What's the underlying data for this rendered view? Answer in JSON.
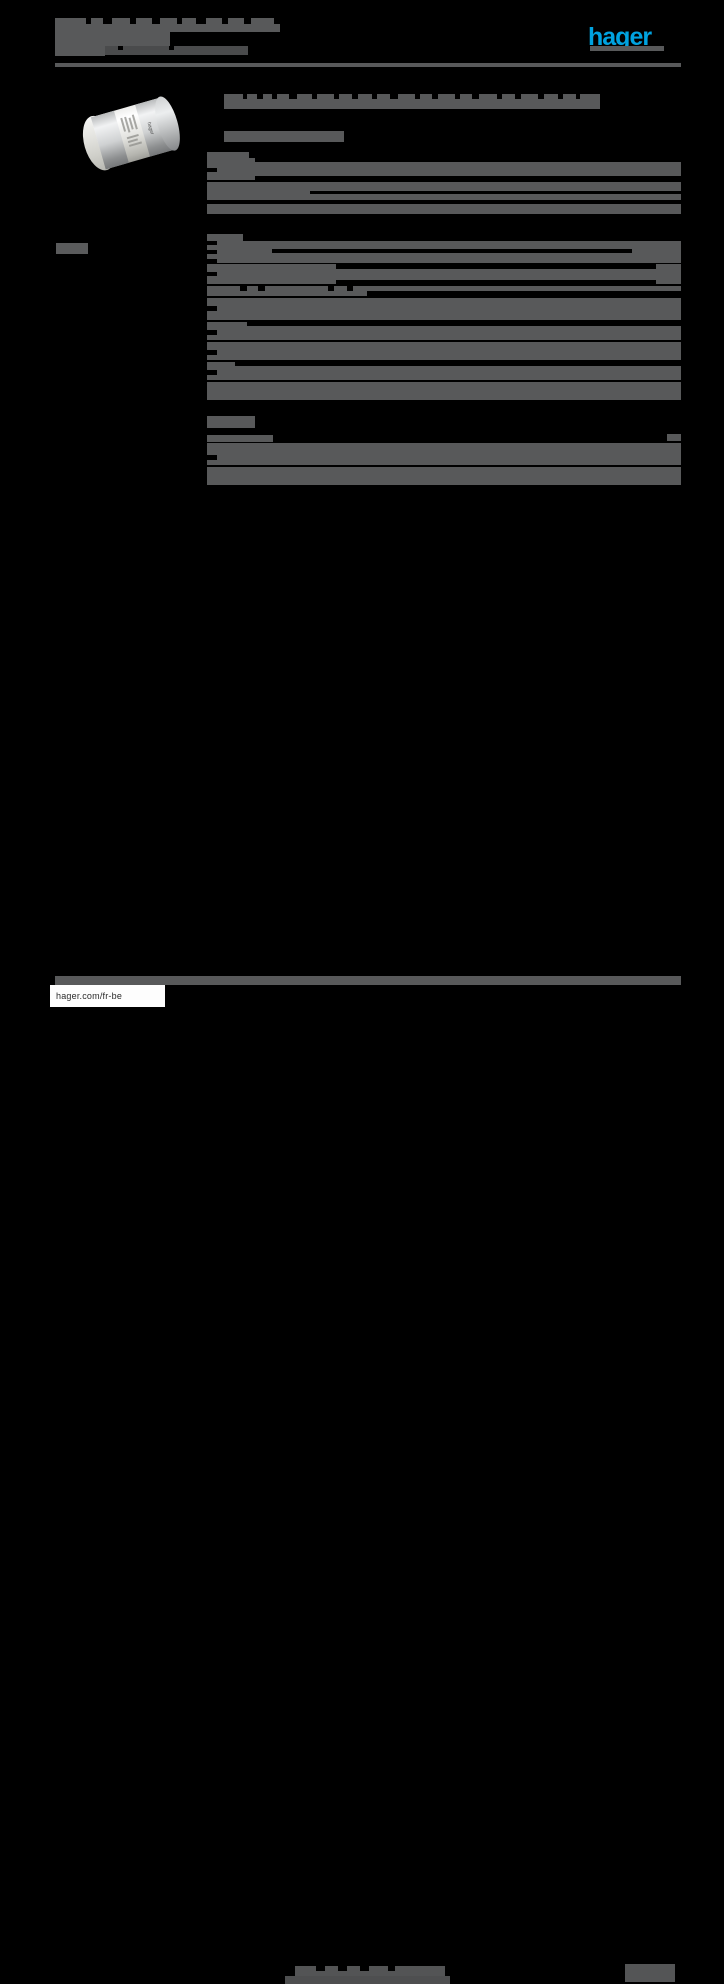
{
  "document": {
    "type": "product-datasheet",
    "brand": "hager",
    "page_background": "#000000",
    "redaction_color": "#58595a",
    "accent_color": "#00a3e0",
    "note": "All textual content on this page is redacted; only the brand wordmark, the product photograph and the footer URL remain legible."
  },
  "header": {
    "title_line_1": "",
    "title_line_2": "",
    "subtitle_line_1": "",
    "subtitle_line_2": "",
    "logo_text": "hager",
    "logo_color": "#00a3e0",
    "rule": true
  },
  "product_image": {
    "alt": "cylindrical fuse cartridge",
    "label_text": "hager",
    "redacted": false
  },
  "left_column": {
    "label": ""
  },
  "main": {
    "section_title": "",
    "subsection_title": "",
    "groups": [
      {
        "heading": "",
        "rows": [
          {
            "label": "",
            "value": ""
          },
          {
            "label": "",
            "value": ""
          },
          {
            "label": "",
            "value": ""
          },
          {
            "label": "",
            "value": ""
          }
        ]
      },
      {
        "heading": "",
        "rows": [
          {
            "label": "",
            "value": ""
          },
          {
            "label": "",
            "value": ""
          },
          {
            "label": "",
            "value": ""
          },
          {
            "label": "",
            "value": ""
          },
          {
            "label": "",
            "value": ""
          },
          {
            "label": "",
            "value": ""
          },
          {
            "label": "",
            "value": ""
          },
          {
            "label": "",
            "value": ""
          }
        ]
      },
      {
        "heading": "",
        "rows": [
          {
            "label": "",
            "value": ""
          },
          {
            "label": "",
            "value": ""
          },
          {
            "label": "",
            "value": ""
          }
        ]
      }
    ]
  },
  "footer": {
    "url": "hager.com/fr-be",
    "center_text": "",
    "right_text": ""
  }
}
